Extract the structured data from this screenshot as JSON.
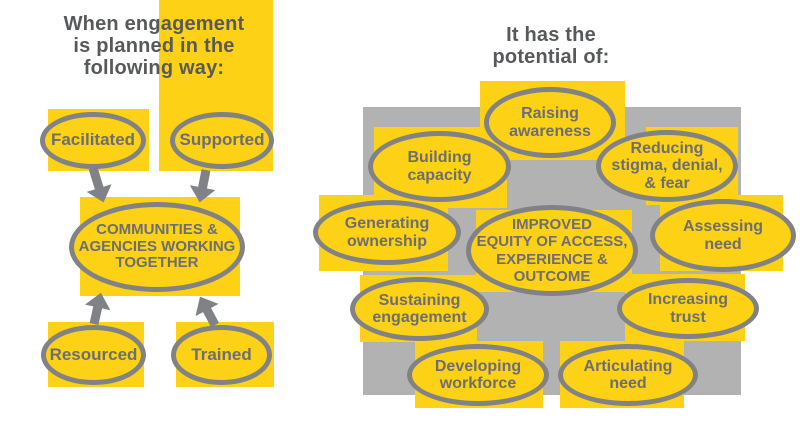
{
  "colors": {
    "node_fill_yellow": "#FCD116",
    "backdrop_gray": "#B2B2B2",
    "outline_gray": "#808285",
    "node_text_gray": "#6D6E71",
    "title_text_gray": "#58595B"
  },
  "left": {
    "title": "When engagement\nis planned in the\nfollowing way:",
    "nodes": {
      "facilitated": {
        "label": "Facilitated"
      },
      "supported": {
        "label": "Supported"
      },
      "center": {
        "label": "COMMUNITIES &\nAGENCIES WORKING\nTOGETHER"
      },
      "resourced": {
        "label": "Resourced"
      },
      "trained": {
        "label": "Trained"
      }
    },
    "connections": [
      {
        "from": "Facilitated",
        "to": "Communities & agencies working together"
      },
      {
        "from": "Supported",
        "to": "Communities & agencies working together"
      },
      {
        "from": "Resourced",
        "to": "Communities & agencies working together"
      },
      {
        "from": "Trained",
        "to": "Communities & agencies working together"
      }
    ]
  },
  "right": {
    "title": "It has the\npotential of:",
    "center": {
      "label": "IMPROVED\nEQUITY OF ACCESS,\nEXPERIENCE &\nOUTCOME"
    },
    "nodes": [
      {
        "id": "raising-awareness",
        "label": "Raising\nawareness"
      },
      {
        "id": "reducing-stigma",
        "label": "Reducing\nstigma, denial,\n& fear"
      },
      {
        "id": "building-capacity",
        "label": "Building\ncapacity"
      },
      {
        "id": "generating-ownership",
        "label": "Generating\nownership"
      },
      {
        "id": "assessing-need",
        "label": "Assessing\nneed"
      },
      {
        "id": "sustaining-engagement",
        "label": "Sustaining\nengagement"
      },
      {
        "id": "increasing-trust",
        "label": "Increasing\ntrust"
      },
      {
        "id": "developing-workforce",
        "label": "Developing\nworkforce"
      },
      {
        "id": "articulating-need",
        "label": "Articulating\nneed"
      }
    ]
  }
}
